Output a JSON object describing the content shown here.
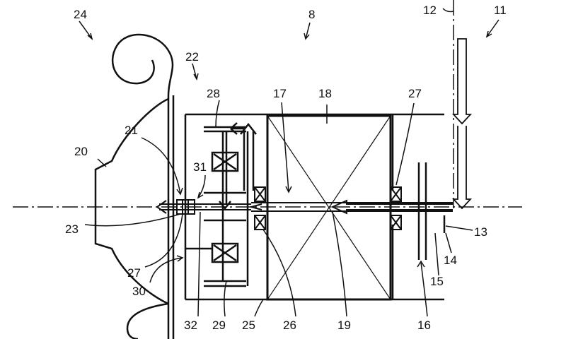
{
  "figure": {
    "labels": {
      "l24": "24",
      "l8": "8",
      "l12": "12",
      "l11": "11",
      "l22": "22",
      "l28": "28",
      "l17": "17",
      "l18": "18",
      "l27a": "27",
      "l21": "21",
      "l20": "20",
      "l31": "31",
      "l23": "23",
      "l27b": "27",
      "l30": "30",
      "l32": "32",
      "l29": "29",
      "l25": "25",
      "l26": "26",
      "l19": "19",
      "l16": "16",
      "l15": "15",
      "l14": "14",
      "l13": "13"
    },
    "line_color": "#111111"
  }
}
